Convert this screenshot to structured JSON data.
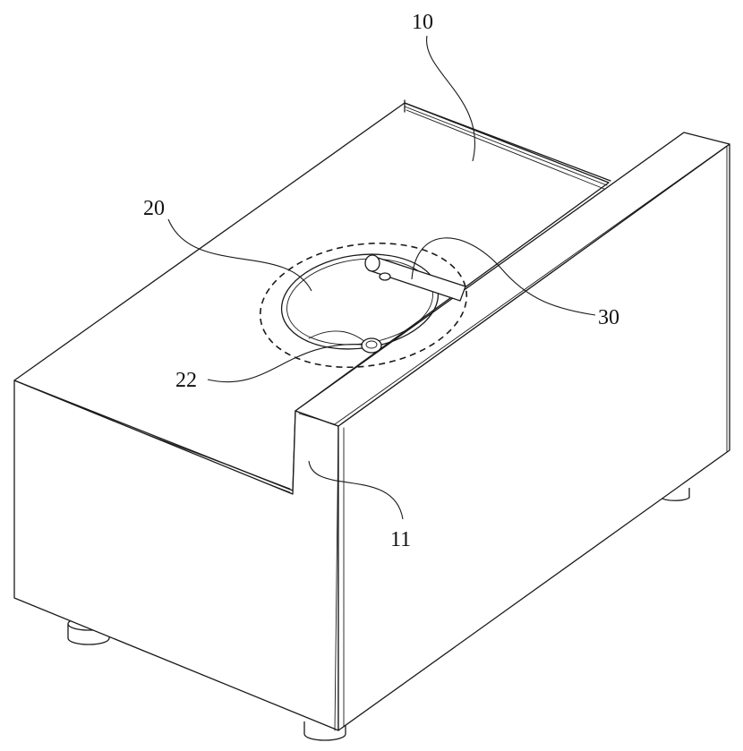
{
  "labels": {
    "top_panel": "10",
    "notch": "11",
    "ring": "20",
    "button": "22",
    "handle": "30"
  }
}
